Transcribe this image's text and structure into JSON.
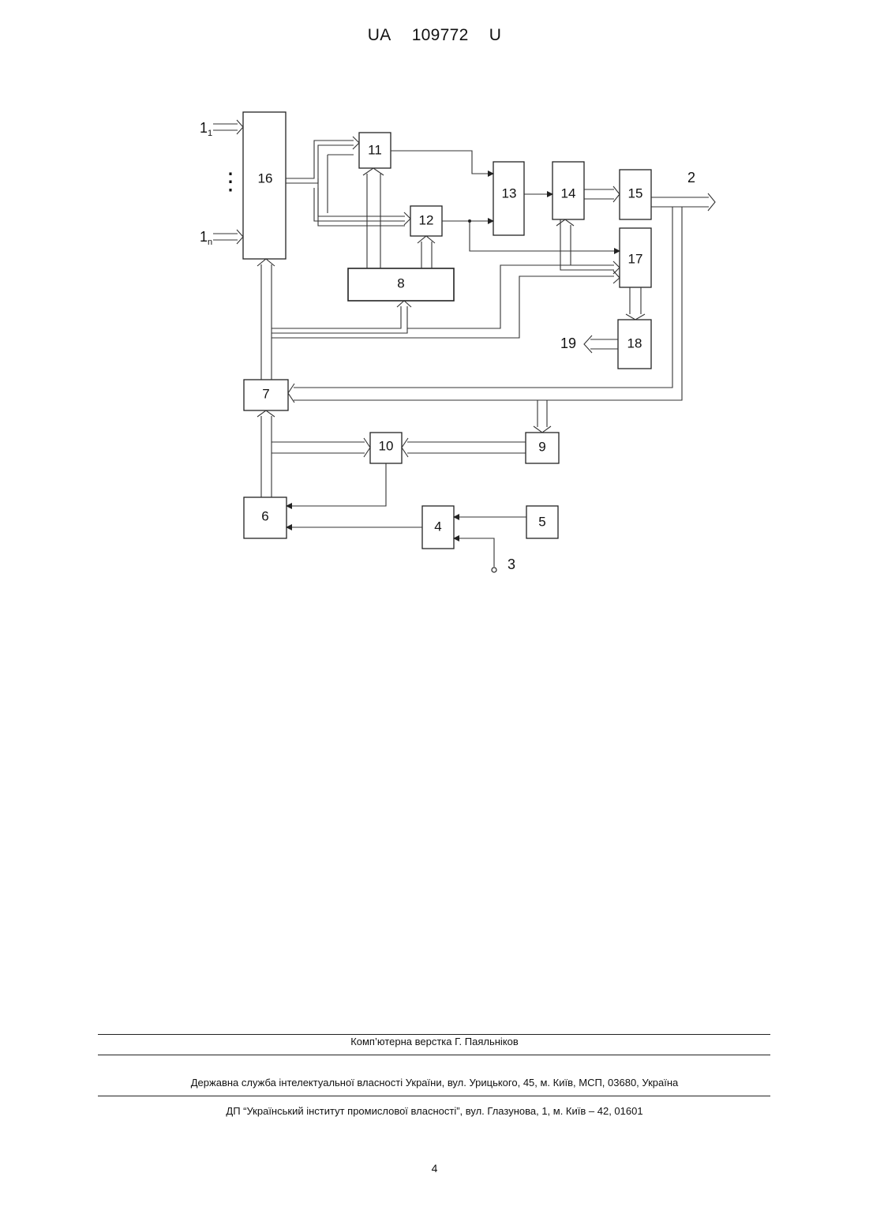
{
  "header": {
    "country": "UA",
    "number": "109772",
    "kind": "U"
  },
  "diagram": {
    "blocks": {
      "b4": "4",
      "b5": "5",
      "b6": "6",
      "b7": "7",
      "b8": "8",
      "b9": "9",
      "b10": "10",
      "b11": "11",
      "b12": "12",
      "b13": "13",
      "b14": "14",
      "b15": "15",
      "b16": "16",
      "b17": "17",
      "b18": "18"
    },
    "terminals": {
      "input_first": "1",
      "input_first_sub": "1",
      "input_last": "1",
      "input_last_sub": "n",
      "output": "2",
      "control_input": "3",
      "bus_output": "19",
      "ellipsis": "⋮"
    }
  },
  "footer": {
    "layout_credit": "Комп’ютерна верстка Г. Паяльніков",
    "agency": "Державна служба інтелектуальної власності України, вул. Урицького, 45, м. Київ, МСП, 03680, Україна",
    "institute": "ДП “Український інститут промислової власності”, вул. Глазунова, 1, м. Київ – 42, 01601",
    "page_number": "4"
  }
}
